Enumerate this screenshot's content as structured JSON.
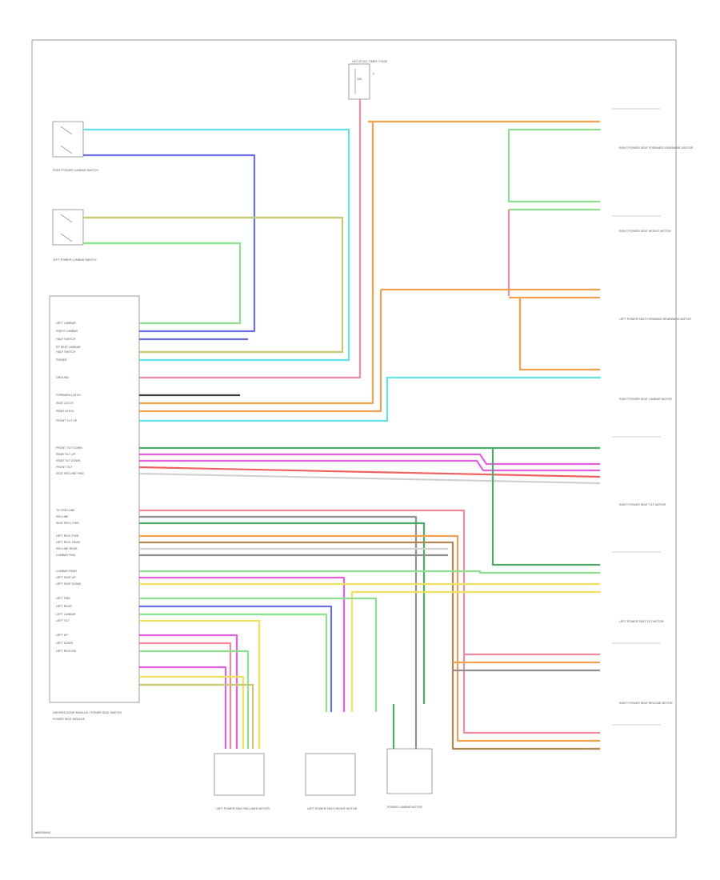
{
  "diagram": {
    "footer_code": "W85000XX"
  },
  "components": {
    "main_module": {
      "name": "DRIVERS DOOR MODULE / POWER SEAT SWITCH",
      "note": "POWER SEAT MODULE"
    },
    "fuse": {
      "name": "HOT AT ALL TIMES / FUSE",
      "id": "F",
      "amps": "20A"
    },
    "right_lumbar_switch": {
      "name": "RIGHT POWER LUMBAR SWITCH"
    },
    "left_lumbar_switch": {
      "name": "LEFT POWER LUMBAR SWITCH"
    },
    "rear_motor_1": {
      "name": "LEFT POWER SEAT RECLINER MOTOR"
    },
    "rear_motor_2": {
      "name": "LEFT POWER SEAT HEIGHT MOTOR"
    },
    "rear_motor_3": {
      "name": "POWER LUMBAR MOTOR"
    }
  },
  "right_labels": [
    "RIGHT POWER SEAT FORWARD/ REARWARD MOTOR",
    "RIGHT POWER SEAT HEIGHT MOTOR",
    "LEFT POWER SEAT FORWARD/ REARWARD MOTOR",
    "RIGHT POWER SEAT LUMBAR MOTOR",
    "RIGHT POWER SEAT TILT MOTOR",
    "LEFT POWER SEAT TILT MOTOR",
    "RIGHT POWER SEAT RECLINE MOTOR"
  ],
  "pin_labels": [
    "LEFT LUMBAR",
    "RIGHT LUMBAR",
    "HALF SWITCH",
    "RT SEAT LUMBAR",
    "HALF SWITCH",
    "POWER",
    "GROUND",
    "FORWARD LATCH",
    "SEAT LATCH",
    "REAR LATCH",
    "FRONT TILT UP",
    "FRONT TILT DOWN",
    "REAR TILT UP",
    "REAR TILT DOWN",
    "FRONT TILT",
    "SEAT RECLINE FWD",
    "TILT/RECLINE",
    "RECLINE",
    "SEAT RECL FWD",
    "LEFT RECL FWD",
    "LEFT RECL REAR",
    "RECLINE REAR",
    "LUMBAR FWD",
    "LUMBAR REAR",
    "LEFT SEAT UP",
    "LEFT SEAT DOWN",
    "LEFT FWD",
    "LEFT REAR",
    "LEFT LUMBAR",
    "LEFT TILT",
    "LEFT UP",
    "LEFT DOWN",
    "LEFT RECLINE"
  ],
  "wire_colors": {
    "lt_blu": "#64e0ea",
    "dk_blu": "#6a70e0",
    "tan": "#c8c870",
    "lt_grn": "#8ee08e",
    "dk_grn": "#4caa6a",
    "pnk": "#f08aa0",
    "orn": "#f0a050",
    "red": "#f06060",
    "yel": "#f0e060",
    "gry": "#909090",
    "blk": "#404040",
    "vio": "#e060e0",
    "wht": "#d0d0d0",
    "brn": "#b08850"
  }
}
